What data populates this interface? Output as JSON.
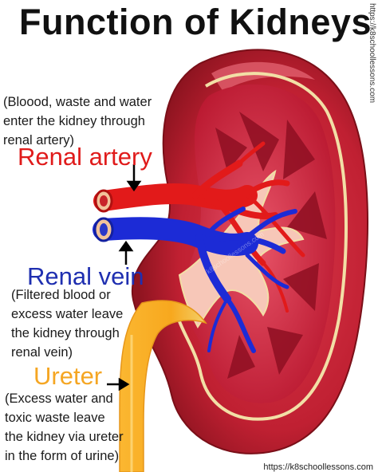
{
  "title": "Function of  Kidneys",
  "renal_artery": {
    "label": "Renal artery",
    "color": "#e01b1b",
    "note_lines": [
      "(Bloood, waste and water",
      "enter the kidney through",
      "renal artery)"
    ]
  },
  "renal_vein": {
    "label": "Renal vein",
    "color": "#1f2fb0",
    "note_lines": [
      "(Filtered blood or",
      "excess water leave",
      "the kidney through",
      "renal vein)"
    ]
  },
  "ureter": {
    "label": "Ureter",
    "color": "#f5a623",
    "note_lines": [
      "(Excess water and",
      "toxic waste leave",
      "the kidney via ureter",
      "in the form of urine)"
    ]
  },
  "side_url": "https://k8schoollessons.com",
  "bottom_url": "https://k8schoollessons.com",
  "watermark": "k8schoollessons.com",
  "colors": {
    "kidney_outer": "#b81f2b",
    "kidney_inner": "#a8102a",
    "capsule_line": "#f2dfa6",
    "pelvis": "#f7c7b8",
    "artery": "#e21a1a",
    "vein": "#1c2bd6",
    "ureter": "#f7a81e"
  }
}
